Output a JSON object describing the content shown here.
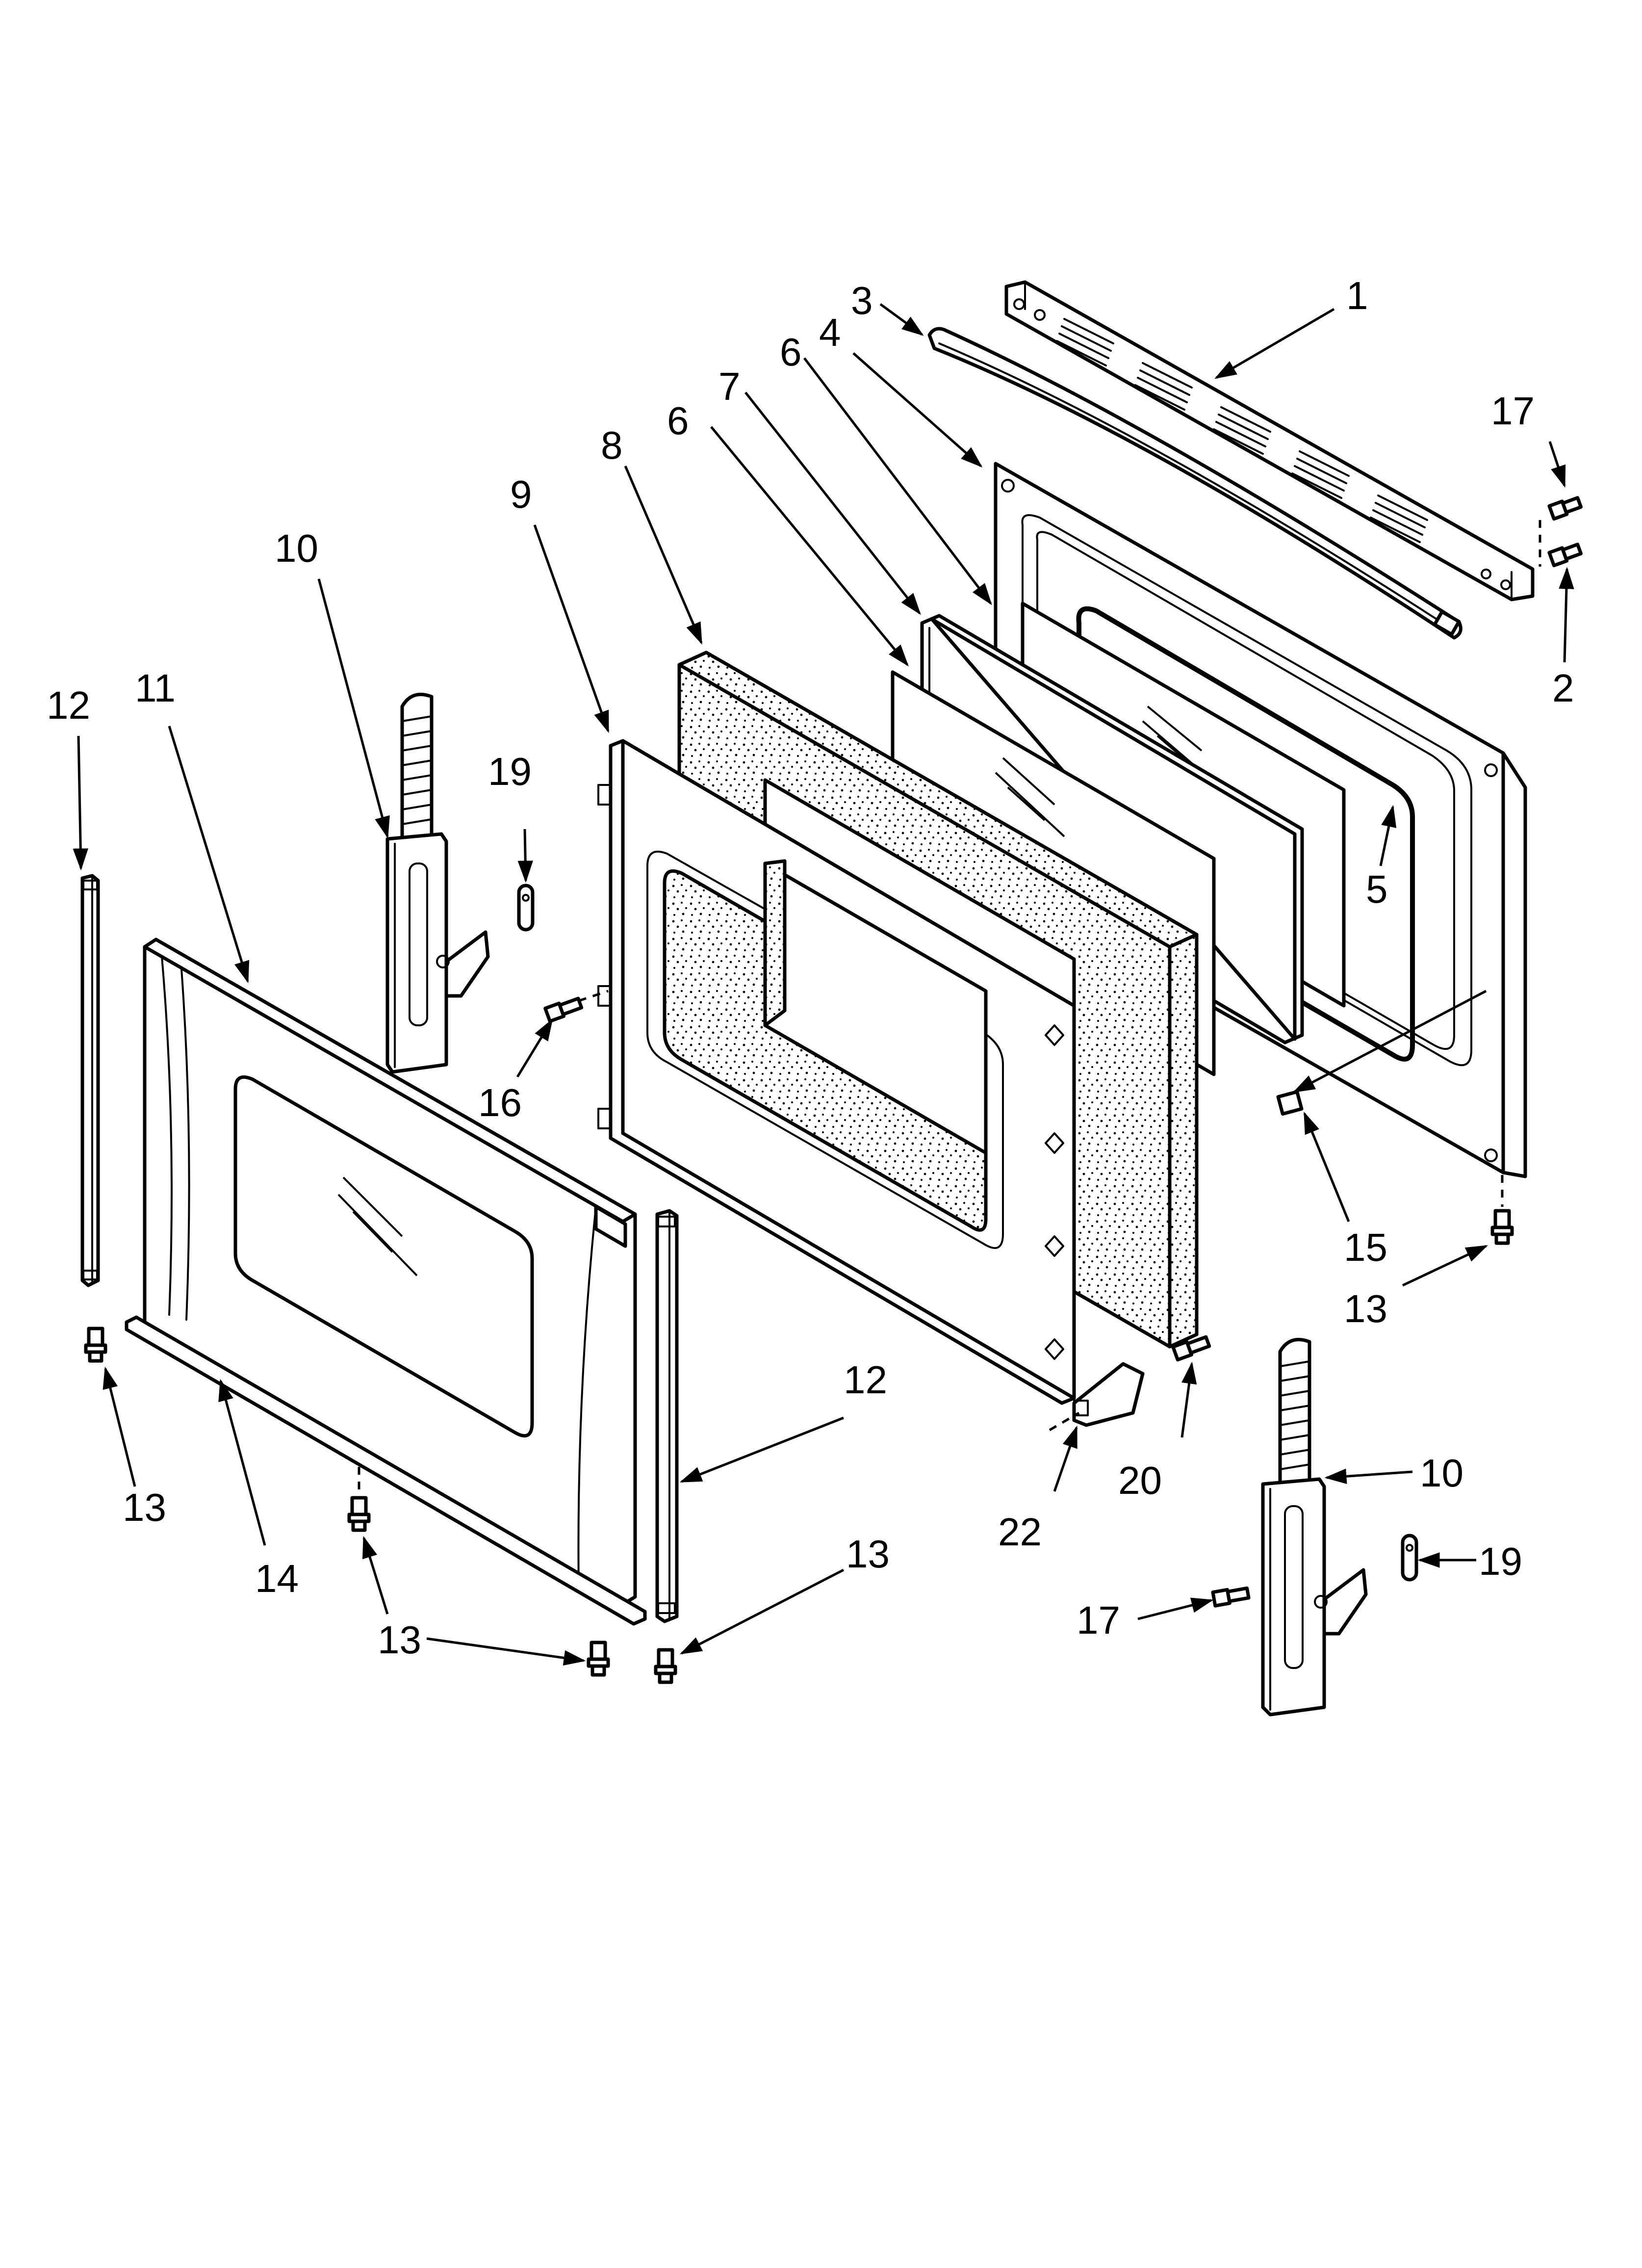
{
  "diagram": {
    "callouts": [
      {
        "id": "c-1",
        "text": "1"
      },
      {
        "id": "c-2",
        "text": "2"
      },
      {
        "id": "c-3",
        "text": "3"
      },
      {
        "id": "c-4",
        "text": "4"
      },
      {
        "id": "c-5",
        "text": "5"
      },
      {
        "id": "c-6a",
        "text": "6"
      },
      {
        "id": "c-6b",
        "text": "6"
      },
      {
        "id": "c-7",
        "text": "7"
      },
      {
        "id": "c-8",
        "text": "8"
      },
      {
        "id": "c-9",
        "text": "9"
      },
      {
        "id": "c-10a",
        "text": "10"
      },
      {
        "id": "c-10b",
        "text": "10"
      },
      {
        "id": "c-11",
        "text": "11"
      },
      {
        "id": "c-12a",
        "text": "12"
      },
      {
        "id": "c-12b",
        "text": "12"
      },
      {
        "id": "c-13a",
        "text": "13"
      },
      {
        "id": "c-13b",
        "text": "13"
      },
      {
        "id": "c-13c",
        "text": "13"
      },
      {
        "id": "c-13d",
        "text": "13"
      },
      {
        "id": "c-14",
        "text": "14"
      },
      {
        "id": "c-15",
        "text": "15"
      },
      {
        "id": "c-16",
        "text": "16"
      },
      {
        "id": "c-17a",
        "text": "17"
      },
      {
        "id": "c-17b",
        "text": "17"
      },
      {
        "id": "c-19a",
        "text": "19"
      },
      {
        "id": "c-19b",
        "text": "19"
      },
      {
        "id": "c-20",
        "text": "20"
      },
      {
        "id": "c-22",
        "text": "22"
      }
    ]
  }
}
